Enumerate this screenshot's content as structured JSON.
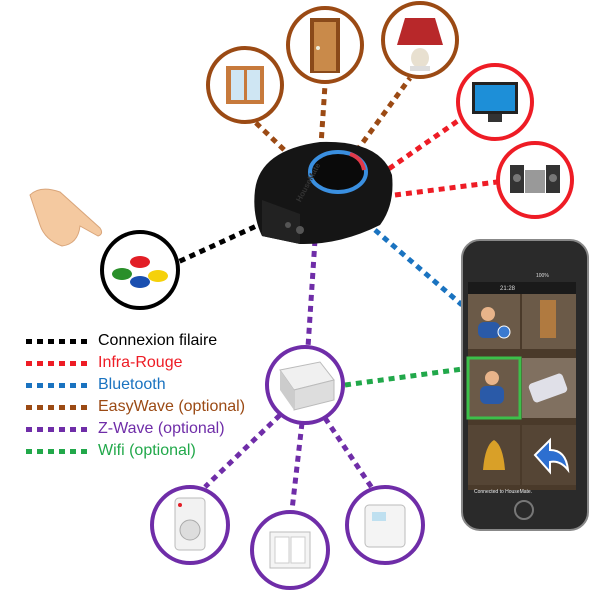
{
  "hub": {
    "brand": "HouseMate"
  },
  "legend": [
    {
      "label": "Connexion filaire",
      "color": "#000000"
    },
    {
      "label": "Infra-Rouge",
      "color": "#ee1c25"
    },
    {
      "label": "Bluetooth",
      "color": "#1a73c0"
    },
    {
      "label": "EasyWave (optional)",
      "color": "#9b4a14"
    },
    {
      "label": "Z-Wave (optional)",
      "color": "#6f2da8"
    },
    {
      "label": "Wifi (optional)",
      "color": "#21a84a"
    }
  ],
  "phone": {
    "time": "21:28",
    "battery": "100%",
    "status": "Connected to HouseMate."
  }
}
